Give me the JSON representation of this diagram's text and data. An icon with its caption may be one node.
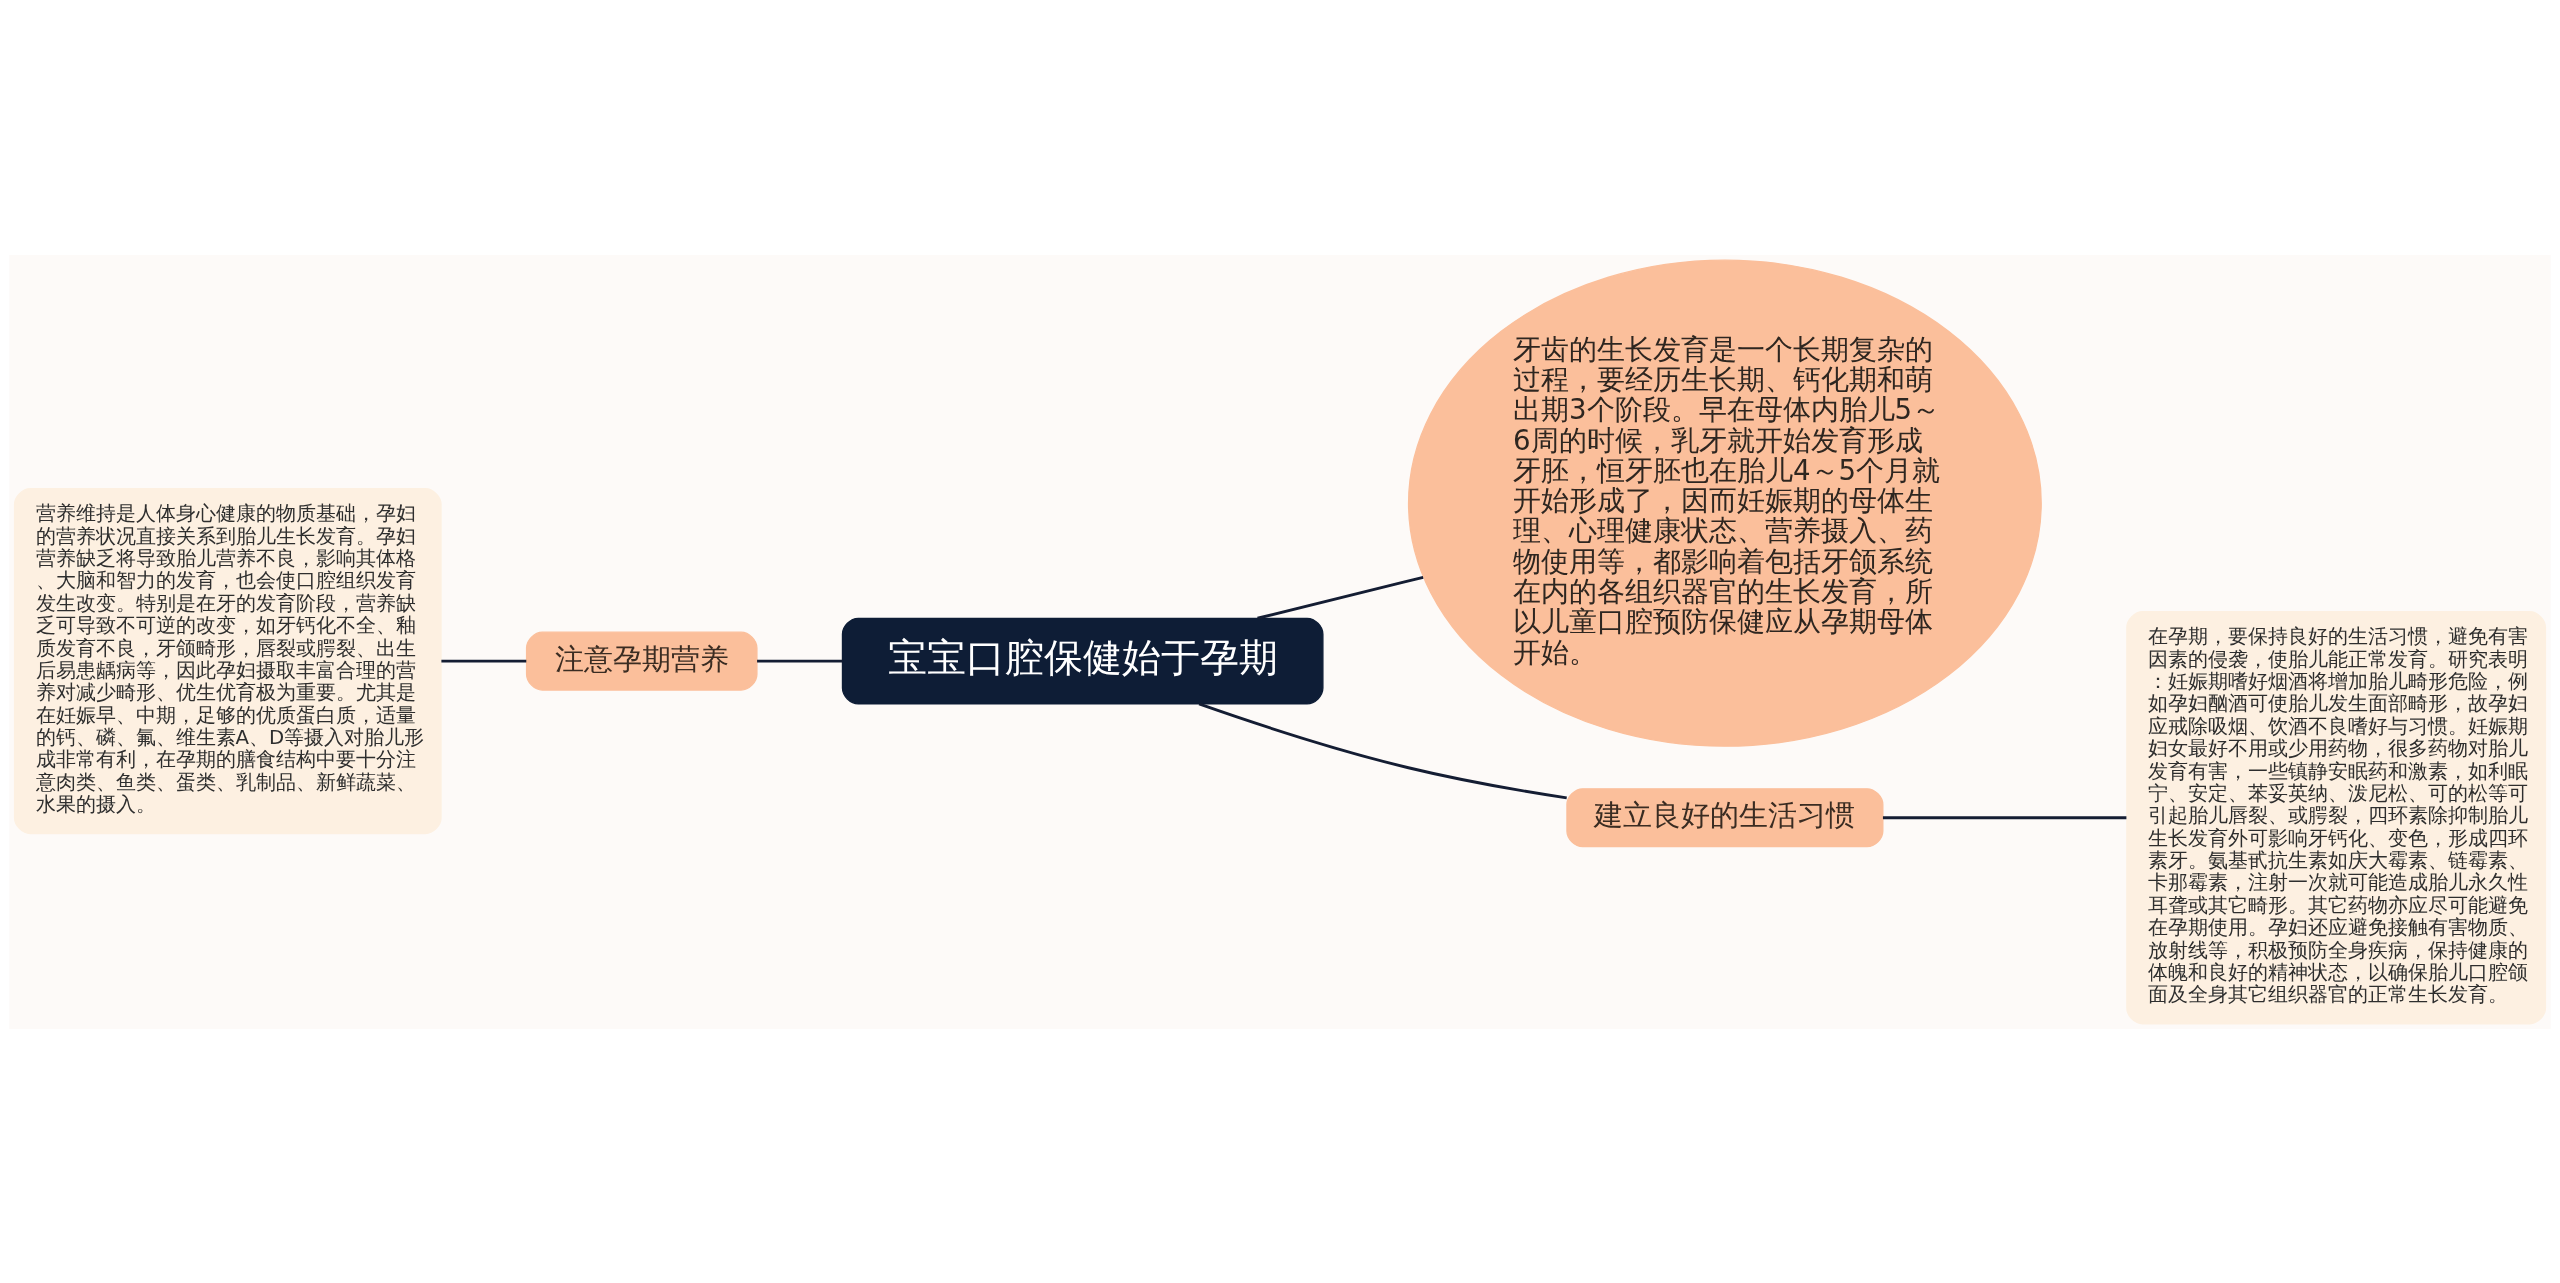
{
  "diagram": {
    "nodes": [
      {
        "text": [
          "宝宝口腔保健始于孕期"
        ]
      },
      {
        "text": [
          "注意孕期营养"
        ]
      },
      {
        "text": [
          "营养维持是人体身心健康的物质基础，孕妇的营养状况直接关系到胎儿生长发育。孕妇营养缺乏将导致胎儿营养不良，影响其体格、大脑和智力的发育，也会使口腔组织发育发生改变。特别是在牙的发育阶段，营养缺乏可导致不可逆的改变，如牙钙化不全、釉质发育不良，牙颌畸形，唇裂或腭裂、出生后易患龋病等，因此孕妇摄取丰富合理的营养对减少畸形、优生优育极为重要。尤其是在妊娠早、中期，足够的优质蛋白质，适量的钙、磷、氟、维生素A、D等摄入对胎儿形成非常有利，在孕期的膳食结构中要十分注意肉类、鱼类、蛋类、乳制品、新鲜蔬菜、水果的摄入。"
        ]
      },
      {
        "text": [
          "牙齿的生长发育是一个长期复杂的过程，要经历生长期、钙化期和萌出期3个阶段。早在母体内胎儿5～6周的时候，乳牙就开始发育形成牙胚，恒牙胚也在胎儿4～5个月就开始形成了，因而妊娠期的母体生理、心理健康状态、营养摄入、药物使用等，都影响着包括牙颌系统在内的各组织器官的生长发育，所以儿童口腔预防保健应从孕期母体开始。"
        ]
      },
      {
        "text": [
          "建立良好的生活习惯"
        ]
      },
      {
        "text": [
          "在孕期，要保持良好的生活习惯，避免有害因素的侵袭，使胎儿能正常发育。研究表明：妊娠期嗜好烟酒将增加胎儿畸形危险，例如孕妇酗酒可使胎儿发生面部畸形，故孕妇应戒除吸烟、饮酒不良嗜好与习惯。妊娠期妇女最好不用或少用药物，很多药物对胎儿发育有害，一些镇静安眠药和激素，如利眠宁、安定、苯妥英纳、泼尼松、可的松等可引起胎儿唇裂、或腭裂，四环素除抑制胎儿生长发育外可影响牙钙化、变色，形成四环素牙。氨基甙抗生素如庆大霉素、链霉素、卡那霉素，注射一次就可能造成胎儿永久性耳聋或其它畸形。其它药物亦应尽可能避免在孕期使用。孕妇还应避免接触有害物质、放射线等，积极预防全身疾病，保持健康的体魄和良好的精神状态，以确保胎儿口腔颌面及全身其它组织器官的正常生长发育。"
        ]
      }
    ],
    "edges": [
      {
        "from": 0,
        "to": 1,
        "arrow": "none"
      },
      {
        "from": 1,
        "to": 2,
        "arrow": "none"
      },
      {
        "from": 0,
        "to": 3,
        "arrow": "none"
      },
      {
        "from": 0,
        "to": 4,
        "arrow": "none"
      },
      {
        "from": 4,
        "to": 5,
        "arrow": "none"
      }
    ]
  }
}
